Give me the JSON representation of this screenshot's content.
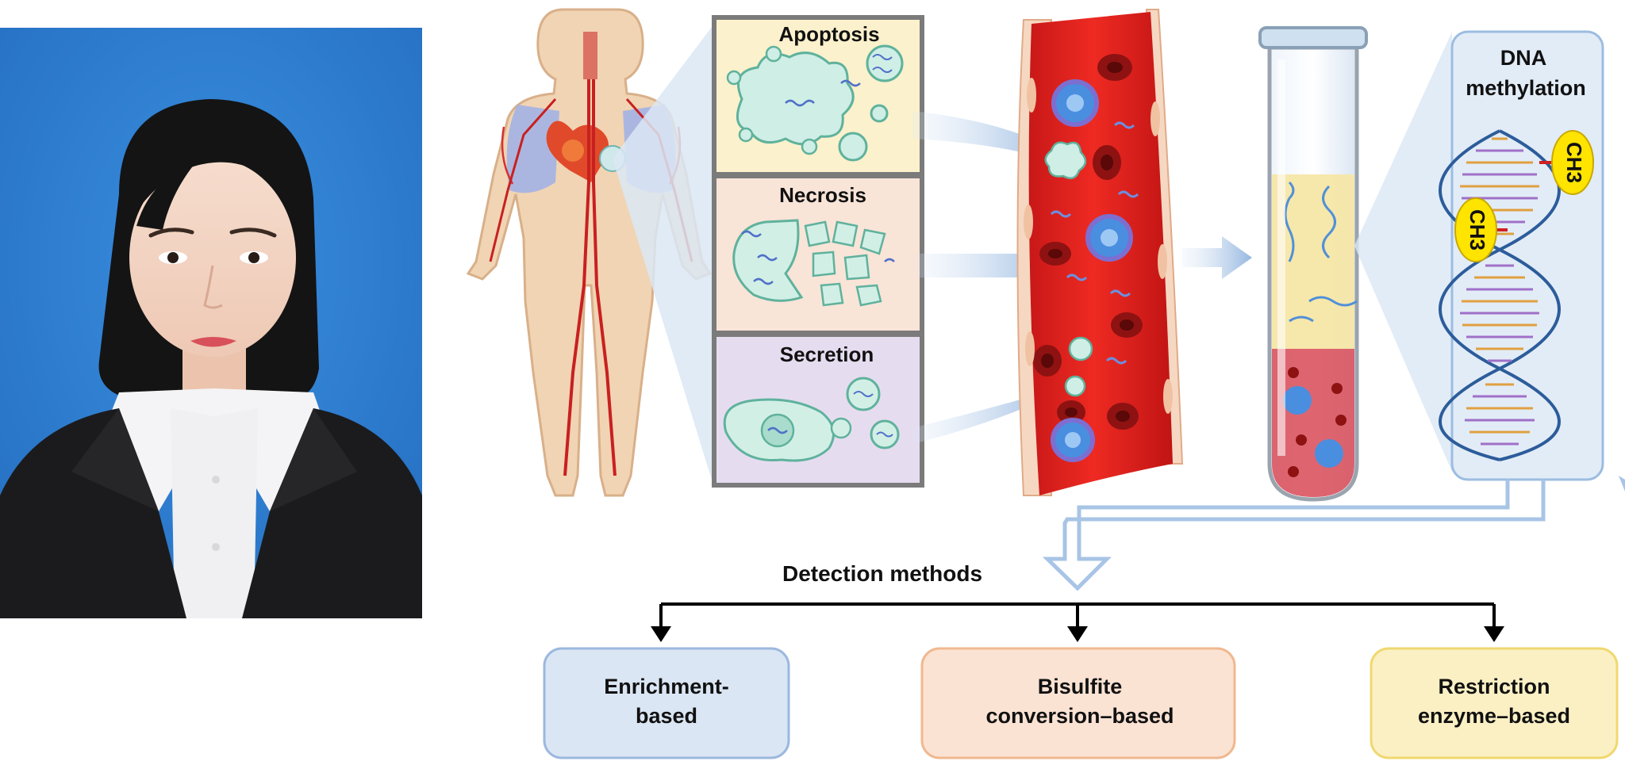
{
  "panels": {
    "apoptosis": "Apoptosis",
    "necrosis": "Necrosis",
    "secretion": "Secretion"
  },
  "methylation": {
    "title_line1": "DNA",
    "title_line2": "methylation",
    "mark": "CH3"
  },
  "detection": {
    "title": "Detection methods",
    "methods": [
      {
        "line1": "Enrichment-",
        "line2": "based"
      },
      {
        "line1": "Bisulfite",
        "line2": "conversion–based"
      },
      {
        "line1": "Restriction",
        "line2": "enzyme–based"
      }
    ]
  },
  "colors": {
    "photo_background": "#2f7fd0",
    "apoptosis_panel": "#fbf1cc",
    "necrosis_panel": "#f9e4d8",
    "secretion_panel": "#e6dcf0",
    "enrichment_box": "#dbe6f4",
    "bisulfite_box": "#fbe3d4",
    "restriction_box": "#fbf0c4",
    "blood": "#e02020",
    "ch3_badge": "#ffe400"
  }
}
